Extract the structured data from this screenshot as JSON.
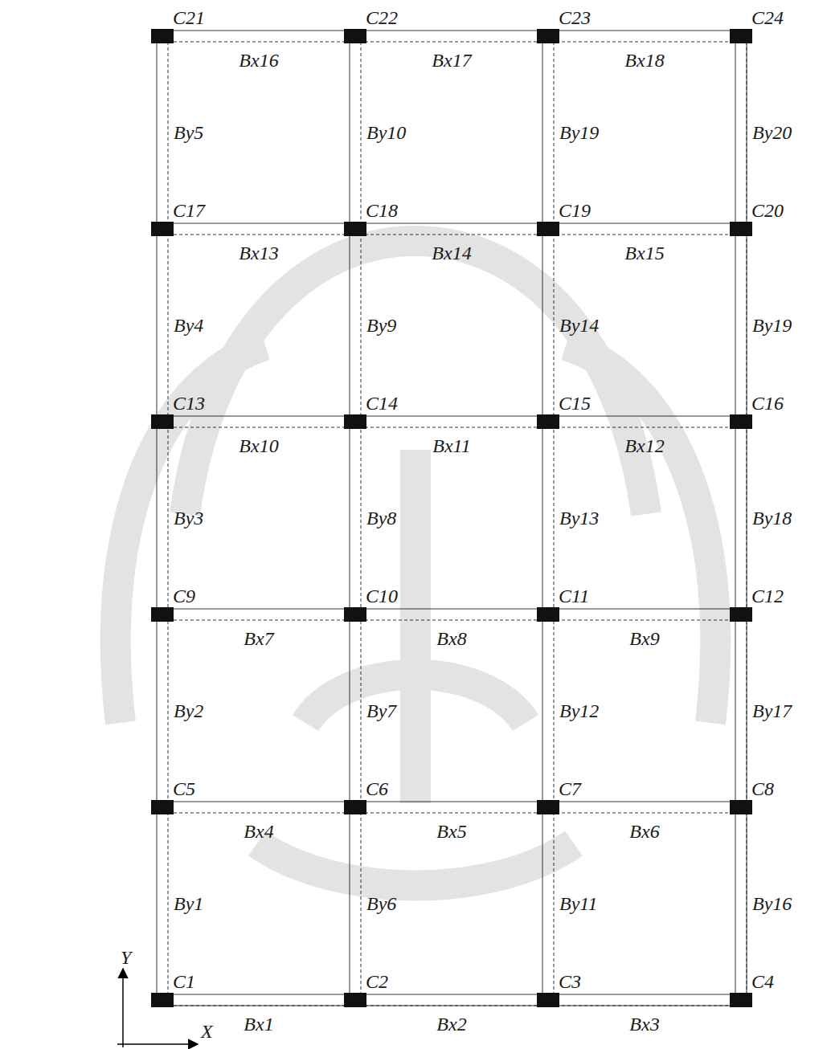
{
  "diagram": {
    "labels": [
      "C21",
      "C22",
      "C23",
      "C24",
      "Bx16",
      "Bx17",
      "Bx18",
      "By5",
      "By10",
      "By19",
      "By20",
      "C17",
      "C18",
      "C19",
      "C20",
      "Bx13",
      "Bx14",
      "Bx15",
      "By4",
      "By9",
      "By14",
      "By19",
      "C13",
      "C14",
      "C15",
      "C16",
      "Bx10",
      "Bx11",
      "Bx12",
      "By3",
      "By8",
      "By13",
      "By18",
      "C9",
      "C10",
      "C11",
      "C12",
      "Bx7",
      "Bx8",
      "Bx9",
      "By2",
      "By7",
      "By12",
      "By17",
      "C5",
      "C6",
      "C7",
      "C8",
      "Bx4",
      "Bx5",
      "Bx6",
      "By1",
      "By6",
      "By11",
      "By16",
      "Y",
      "C1",
      "C2",
      "C3",
      "C4",
      "Bx1",
      "Bx2",
      "Bx3",
      "X"
    ]
  }
}
